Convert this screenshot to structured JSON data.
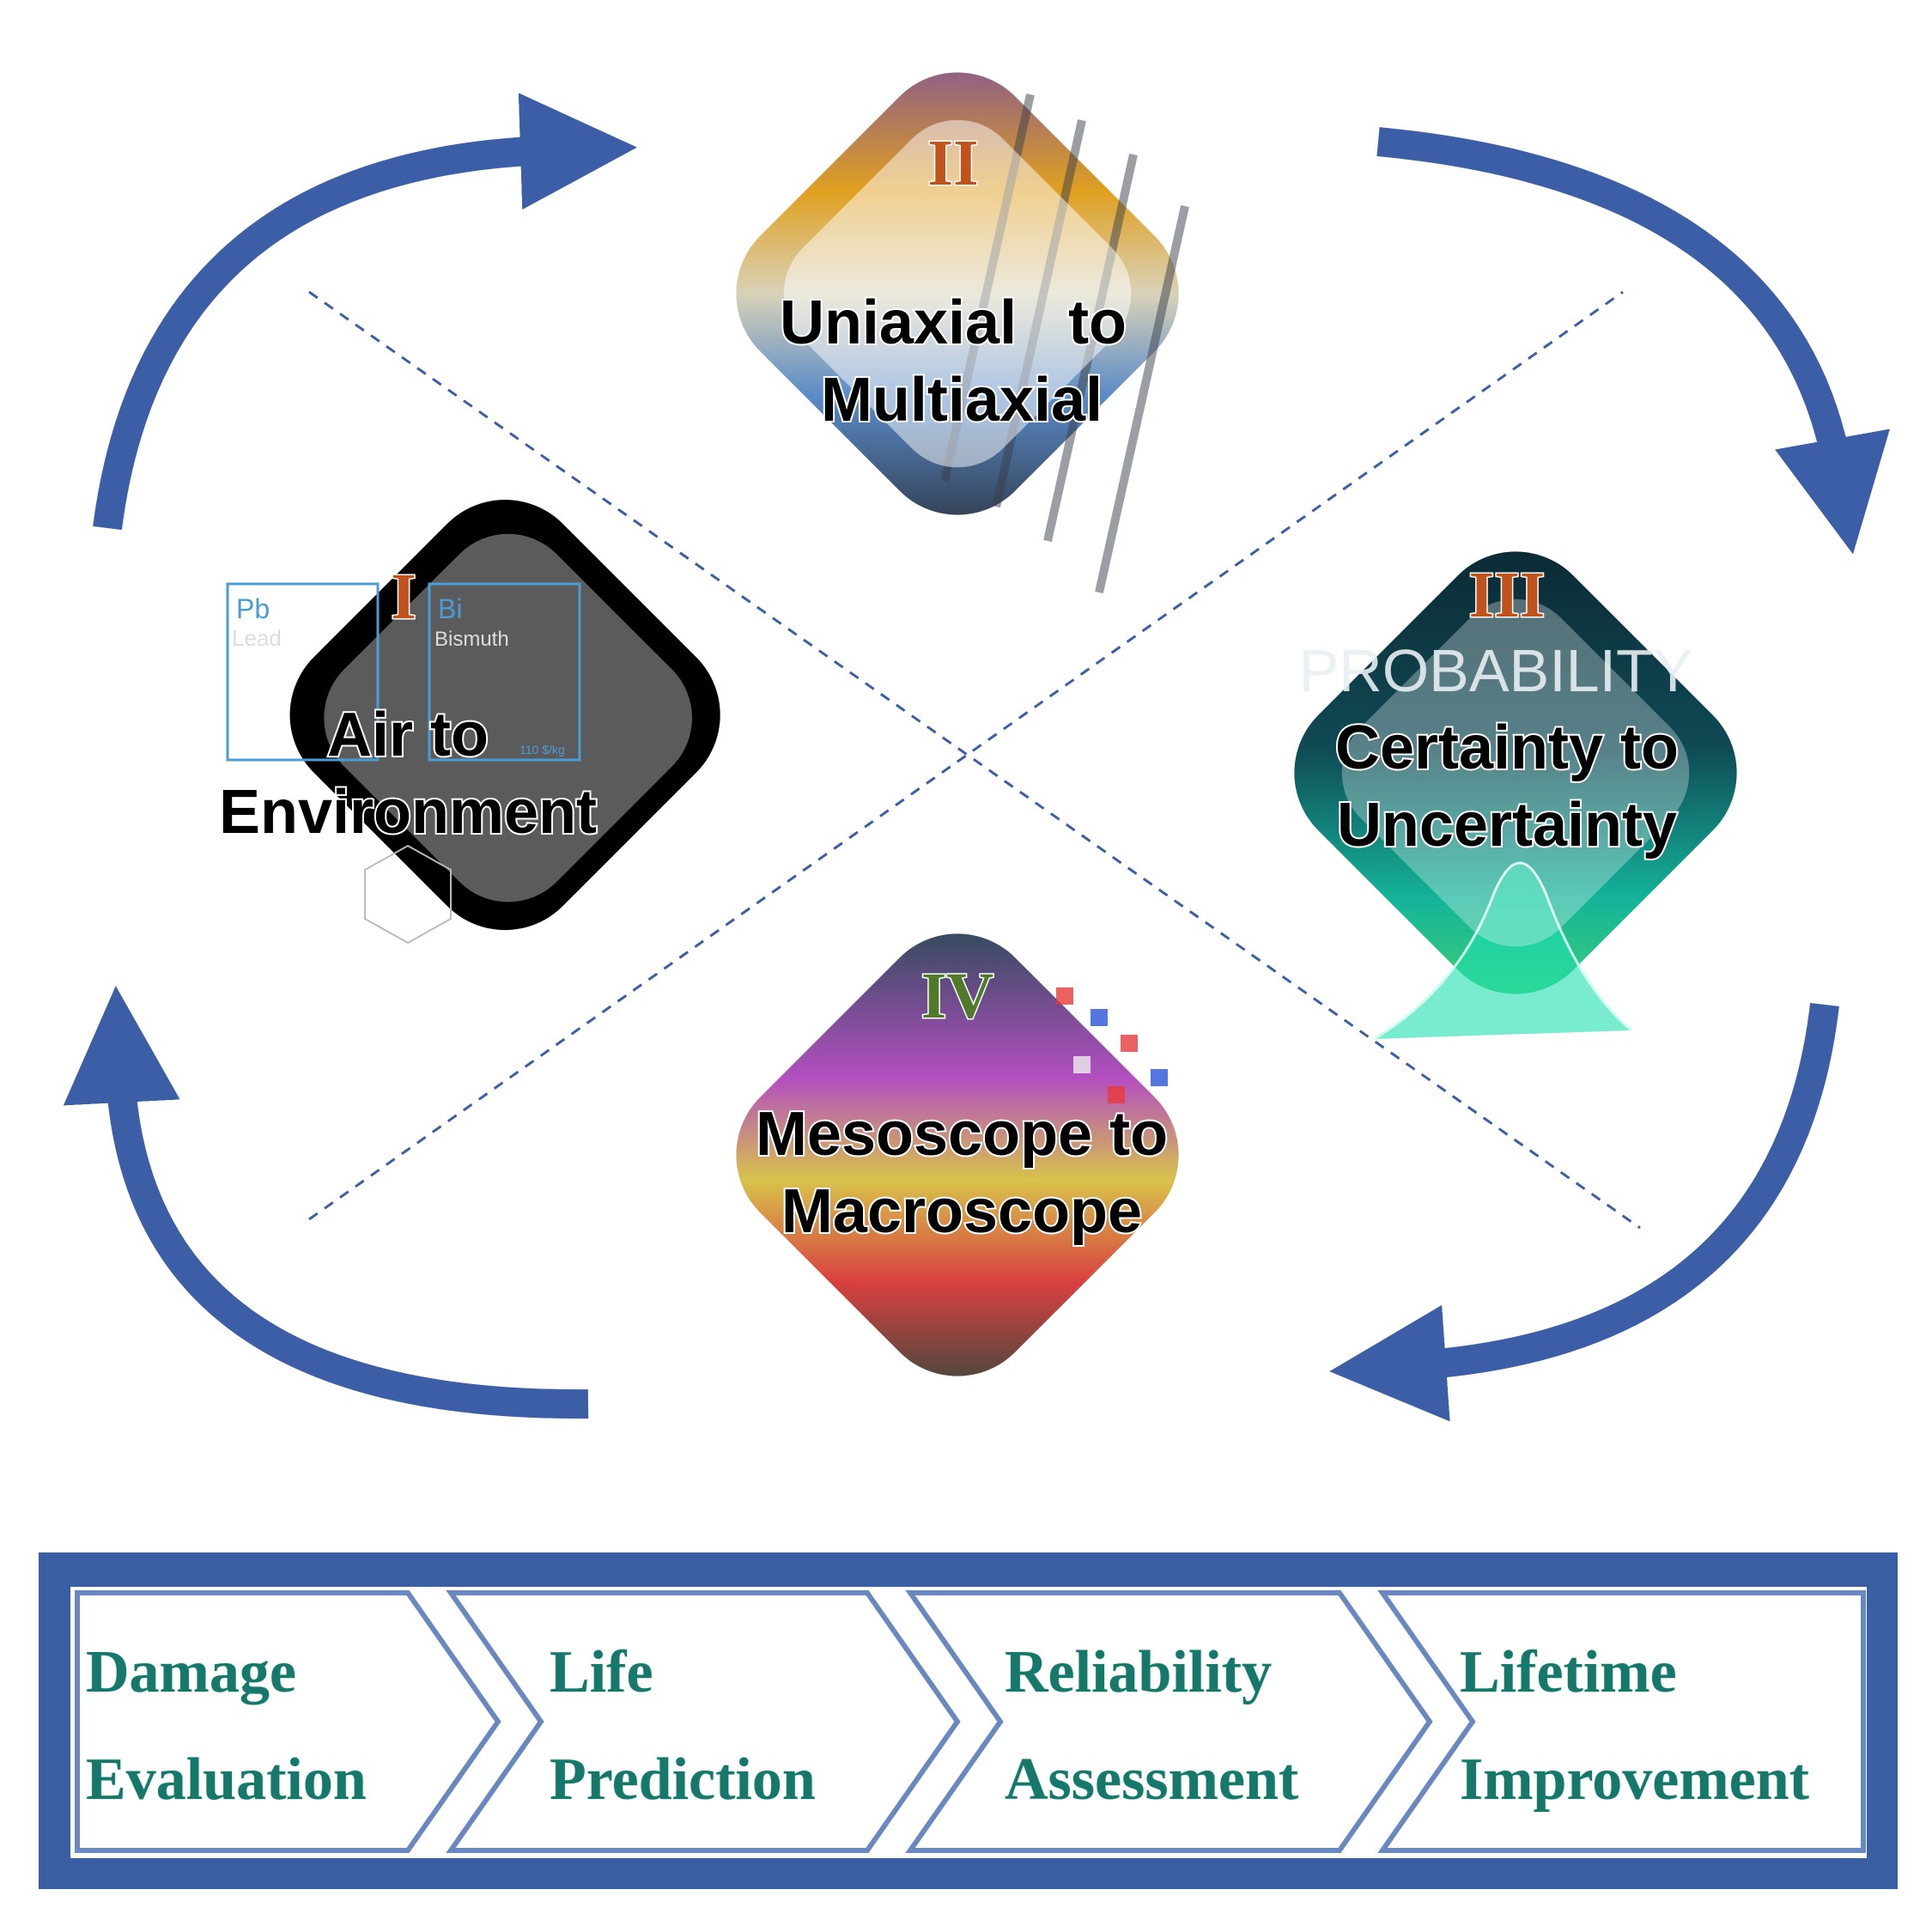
{
  "tiles": {
    "I": {
      "numeral": "I",
      "line1": "Air to",
      "line2": "Environment",
      "numeral_color": "#c0531c",
      "element_a_symbol": "Pb",
      "element_a_name": "Lead",
      "element_b_symbol": "Bi",
      "element_b_name": "Bismuth",
      "price": "110 $/kg"
    },
    "II": {
      "numeral": "II",
      "line1": "Uniaxial   to",
      "line2": "Multiaxial",
      "numeral_color": "#c0531c"
    },
    "III": {
      "numeral": "III",
      "line1": "Certainty to",
      "line2": "Uncertainty",
      "numeral_color": "#c0531c",
      "banner": "PROBABILITY"
    },
    "IV": {
      "numeral": "IV",
      "line1": "Mesoscope to",
      "line2": "Macroscope",
      "numeral_color": "#4e7a2a"
    }
  },
  "steps": [
    {
      "line1": "Damage",
      "line2": "Evaluation"
    },
    {
      "line1": "Life",
      "line2": "Prediction"
    },
    {
      "line1": "Reliability",
      "line2": "Assessment"
    },
    {
      "line1": "Lifetime",
      "line2": "Improvement"
    }
  ],
  "colors": {
    "arrow": "#3b5ea7",
    "step_text": "#16786b",
    "frame": "#3a5ea3"
  }
}
